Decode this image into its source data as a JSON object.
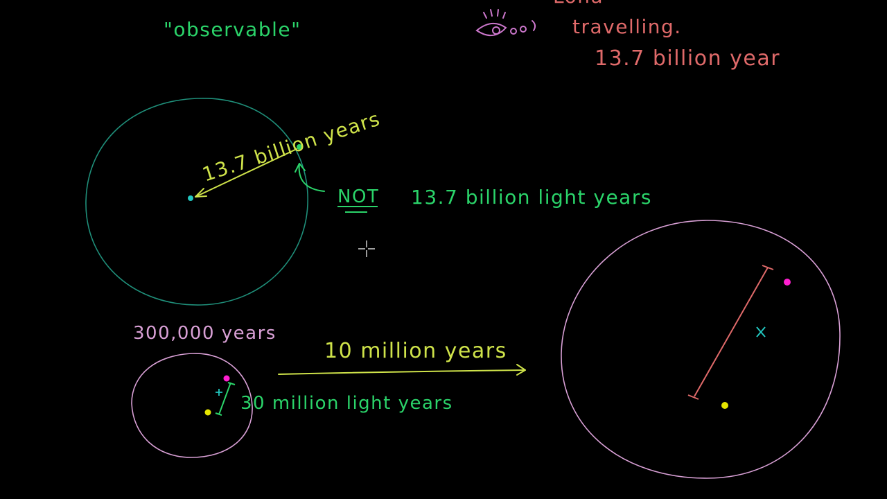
{
  "labels": {
    "observable": "\"observable\"",
    "partial_top": "Lona",
    "travelling": "travelling.",
    "age_top": "13.7 billion year",
    "radius_years": "13.7 billion years",
    "not": "NOT",
    "not_light_years": "13.7 billion light years",
    "early_age": "300,000 years",
    "expansion_time": "10 million years",
    "early_distance": "30 million light years"
  },
  "colors": {
    "background": "#000000",
    "green": "#2bd46a",
    "yellow_green": "#cfe34a",
    "teal": "#1f8f7a",
    "salmon": "#e06a6a",
    "pink": "#d9a0d6",
    "magenta": "#ff1fd0",
    "yellow_dot": "#e6e600",
    "cyan": "#22c7c0",
    "violet": "#cc77cc"
  },
  "icons": {
    "eye": "eye-icon",
    "cursor": "crosshair-cursor-icon"
  }
}
